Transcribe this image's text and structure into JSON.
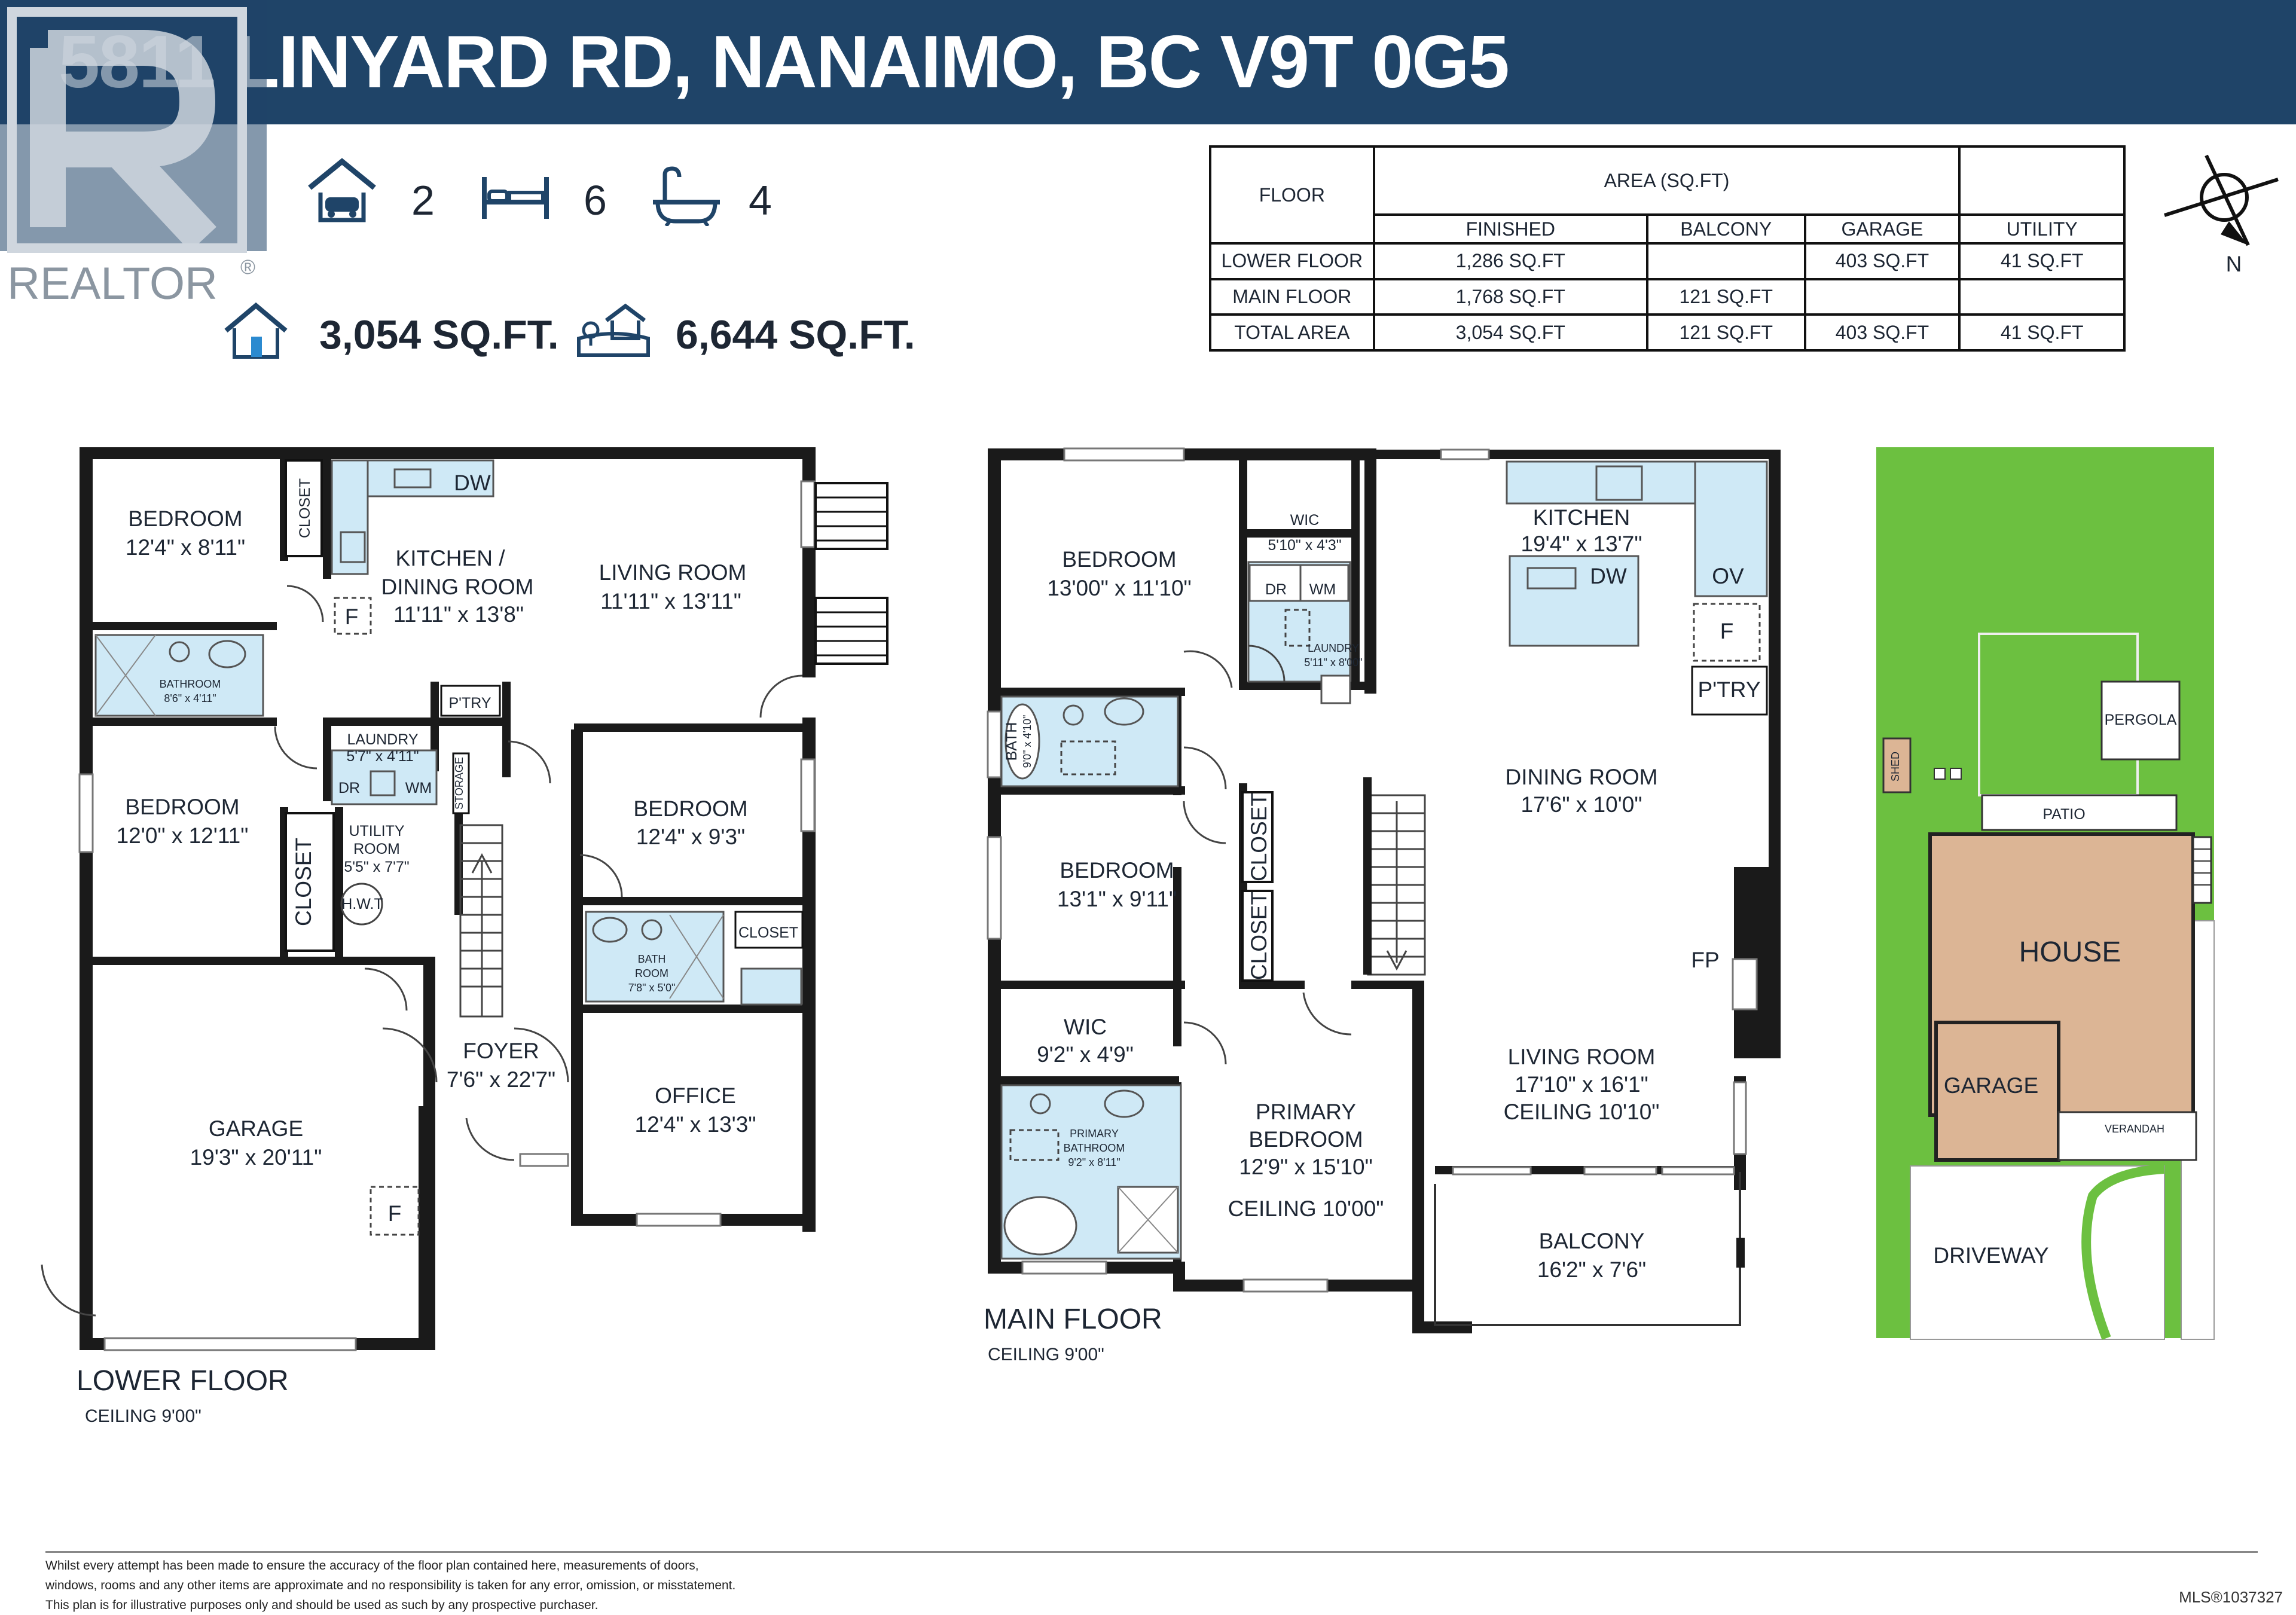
{
  "header": {
    "title": "5811 LINYARD RD, NANAIMO, BC V9T 0G5"
  },
  "logo": {
    "text": "REALTOR",
    "mark": "®"
  },
  "stats": {
    "garage": "2",
    "beds": "6",
    "baths": "4",
    "house_sqft": "3,054 SQ.FT.",
    "lot_sqft": "6,644 SQ.FT."
  },
  "area_table": {
    "floor_header": "FLOOR",
    "area_header": "AREA (SQ.FT)",
    "cols": [
      "FINISHED",
      "BALCONY",
      "GARAGE",
      "UTILITY"
    ],
    "rows": [
      {
        "floor": "LOWER FLOOR",
        "finished": "1,286 SQ.FT",
        "balcony": "",
        "garage": "403 SQ.FT",
        "utility": "41 SQ.FT"
      },
      {
        "floor": "MAIN FLOOR",
        "finished": "1,768 SQ.FT",
        "balcony": "121 SQ.FT",
        "garage": "",
        "utility": ""
      },
      {
        "floor": "TOTAL AREA",
        "finished": "3,054 SQ.FT",
        "balcony": "121 SQ.FT",
        "garage": "403 SQ.FT",
        "utility": "41 SQ.FT"
      }
    ]
  },
  "compass": {
    "label": "N"
  },
  "lower": {
    "title": "LOWER FLOOR",
    "ceiling": "CEILING 9'00\"",
    "bed1": {
      "name": "BEDROOM",
      "dim": "12'4\" x 8'11\""
    },
    "closet": "CLOSET",
    "kitchen": {
      "name1": "KITCHEN /",
      "name2": "DINING ROOM",
      "dim": "11'11\" x 13'8\""
    },
    "dw": "DW",
    "f": "F",
    "living": {
      "name": "LIVING ROOM",
      "dim": "11'11\" x 13'11\""
    },
    "bath": {
      "name": "BATHROOM",
      "dim": "8'6\" x 4'11\""
    },
    "pantry": "P'TRY",
    "laundry": {
      "name": "LAUNDRY",
      "dim": "5'7\" x 4'11\"",
      "dr": "DR",
      "wm": "WM"
    },
    "storage": "STORAGE",
    "bed2": {
      "name": "BEDROOM",
      "dim": "12'0\" x 12'11\""
    },
    "utility": {
      "name1": "UTILITY",
      "name2": "ROOM",
      "dim": "5'5\" x 7'7\"",
      "hwt": "H.W.T"
    },
    "bed3": {
      "name": "BEDROOM",
      "dim": "12'4\" x 9'3\""
    },
    "bath2": {
      "name1": "BATH",
      "name2": "ROOM",
      "dim": "7'8\" x 5'0\""
    },
    "foyer": {
      "name": "FOYER",
      "dim": "7'6\" x 22'7\""
    },
    "office": {
      "name": "OFFICE",
      "dim": "12'4\" x 13'3\""
    },
    "garage": {
      "name": "GARAGE",
      "dim": "19'3\" x 20'11\""
    }
  },
  "main": {
    "title": "MAIN FLOOR",
    "ceiling": "CEILING 9'00\"",
    "bed1": {
      "name": "BEDROOM",
      "dim": "13'00\" x 11'10\""
    },
    "wic1": {
      "name": "WIC",
      "dim": "5'10\" x 4'3\""
    },
    "laundry": {
      "name": "LAUNDRY",
      "dim": "5'11\" x 8'00\"",
      "dr": "DR",
      "wm": "WM"
    },
    "kitchen": {
      "name": "KITCHEN",
      "dim": "19'4\" x 13'7\""
    },
    "dw": "DW",
    "ov": "OV",
    "f": "F",
    "pantry": "P'TRY",
    "bath": {
      "name": "BATH",
      "dim": "9'0\" x 4'10\""
    },
    "dining": {
      "name": "DINING ROOM",
      "dim": "17'6\" x 10'0\""
    },
    "bed2": {
      "name": "BEDROOM",
      "dim": "13'1\" x 9'11\""
    },
    "closet": "CLOSET",
    "fp": "FP",
    "wic2": {
      "name": "WIC",
      "dim": "9'2\" x 4'9\""
    },
    "pbath": {
      "name1": "PRIMARY",
      "name2": "BATHROOM",
      "dim": "9'2\" x 8'11\""
    },
    "pbed": {
      "name1": "PRIMARY",
      "name2": "BEDROOM",
      "dim": "12'9\" x 15'10\"",
      "ceiling": "CEILING 10'00\""
    },
    "living": {
      "name": "LIVING ROOM",
      "dim": "17'10\" x 16'1\"",
      "ceiling": "CEILING 10'10\""
    },
    "balcony": {
      "name": "BALCONY",
      "dim": "16'2\" x 7'6\""
    }
  },
  "site": {
    "pergola": "PERGOLA",
    "shed": "SHED",
    "patio": "PATIO",
    "house": "HOUSE",
    "garage": "GARAGE",
    "verandah": "VERANDAH",
    "driveway": "DRIVEWAY"
  },
  "colors": {
    "header": "#1f4468",
    "fixture": "#cfe9f6",
    "lawn": "#6cc040",
    "building": "#dcb595"
  },
  "footer": {
    "disclaimer": [
      "Whilst every attempt has been made to ensure the accuracy of the floor plan contained here, measurements of doors,",
      "windows, rooms and any other items are approximate and no responsibility is taken for any error, omission, or misstatement.",
      "This plan is for illustrative purposes only and should be used as such by any prospective purchaser."
    ],
    "mls": "MLS®1037327"
  }
}
